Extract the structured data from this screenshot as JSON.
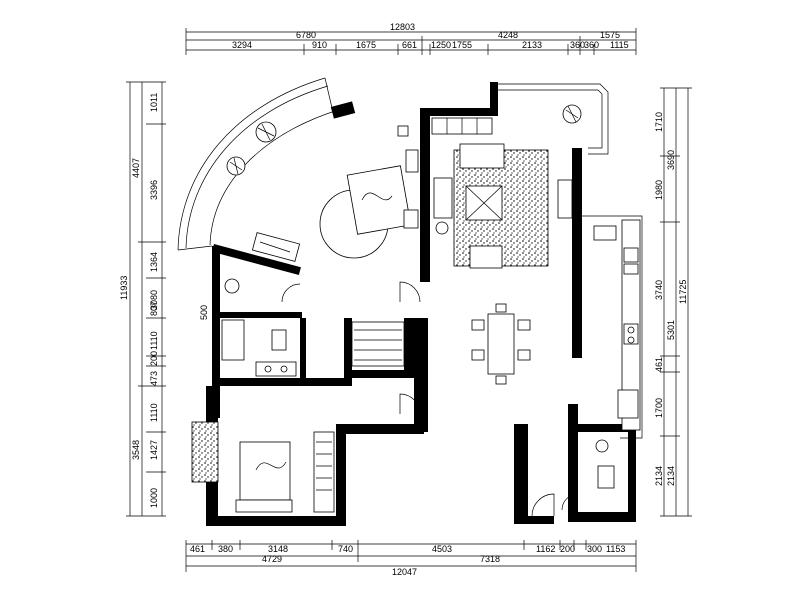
{
  "dimensions": {
    "top": {
      "overall": "12803",
      "mid": [
        "6780",
        "4248",
        "1575"
      ],
      "detail": [
        "3294",
        "910",
        "1675",
        "661",
        "1250",
        "1755",
        "2133",
        "360",
        "360",
        "1115"
      ]
    },
    "bottom": {
      "overall": "12047",
      "mid": [
        "4729",
        "7318"
      ],
      "detail": [
        "461",
        "380",
        "3148",
        "740",
        "4503",
        "1162",
        "200",
        "300",
        "1153"
      ]
    },
    "left": {
      "overall": "11933",
      "mid": [
        "4407",
        "3548"
      ],
      "detail": [
        "1011",
        "3396",
        "1364",
        "3080",
        "807",
        "1110",
        "200",
        "473",
        "1110",
        "1427",
        "1000"
      ],
      "inner_label": "500"
    },
    "right": {
      "overall": "11725",
      "mid": [
        "3690",
        "5301",
        "2134"
      ],
      "detail": [
        "1710",
        "1980",
        "3740",
        "461",
        "1700",
        "2134"
      ]
    }
  }
}
